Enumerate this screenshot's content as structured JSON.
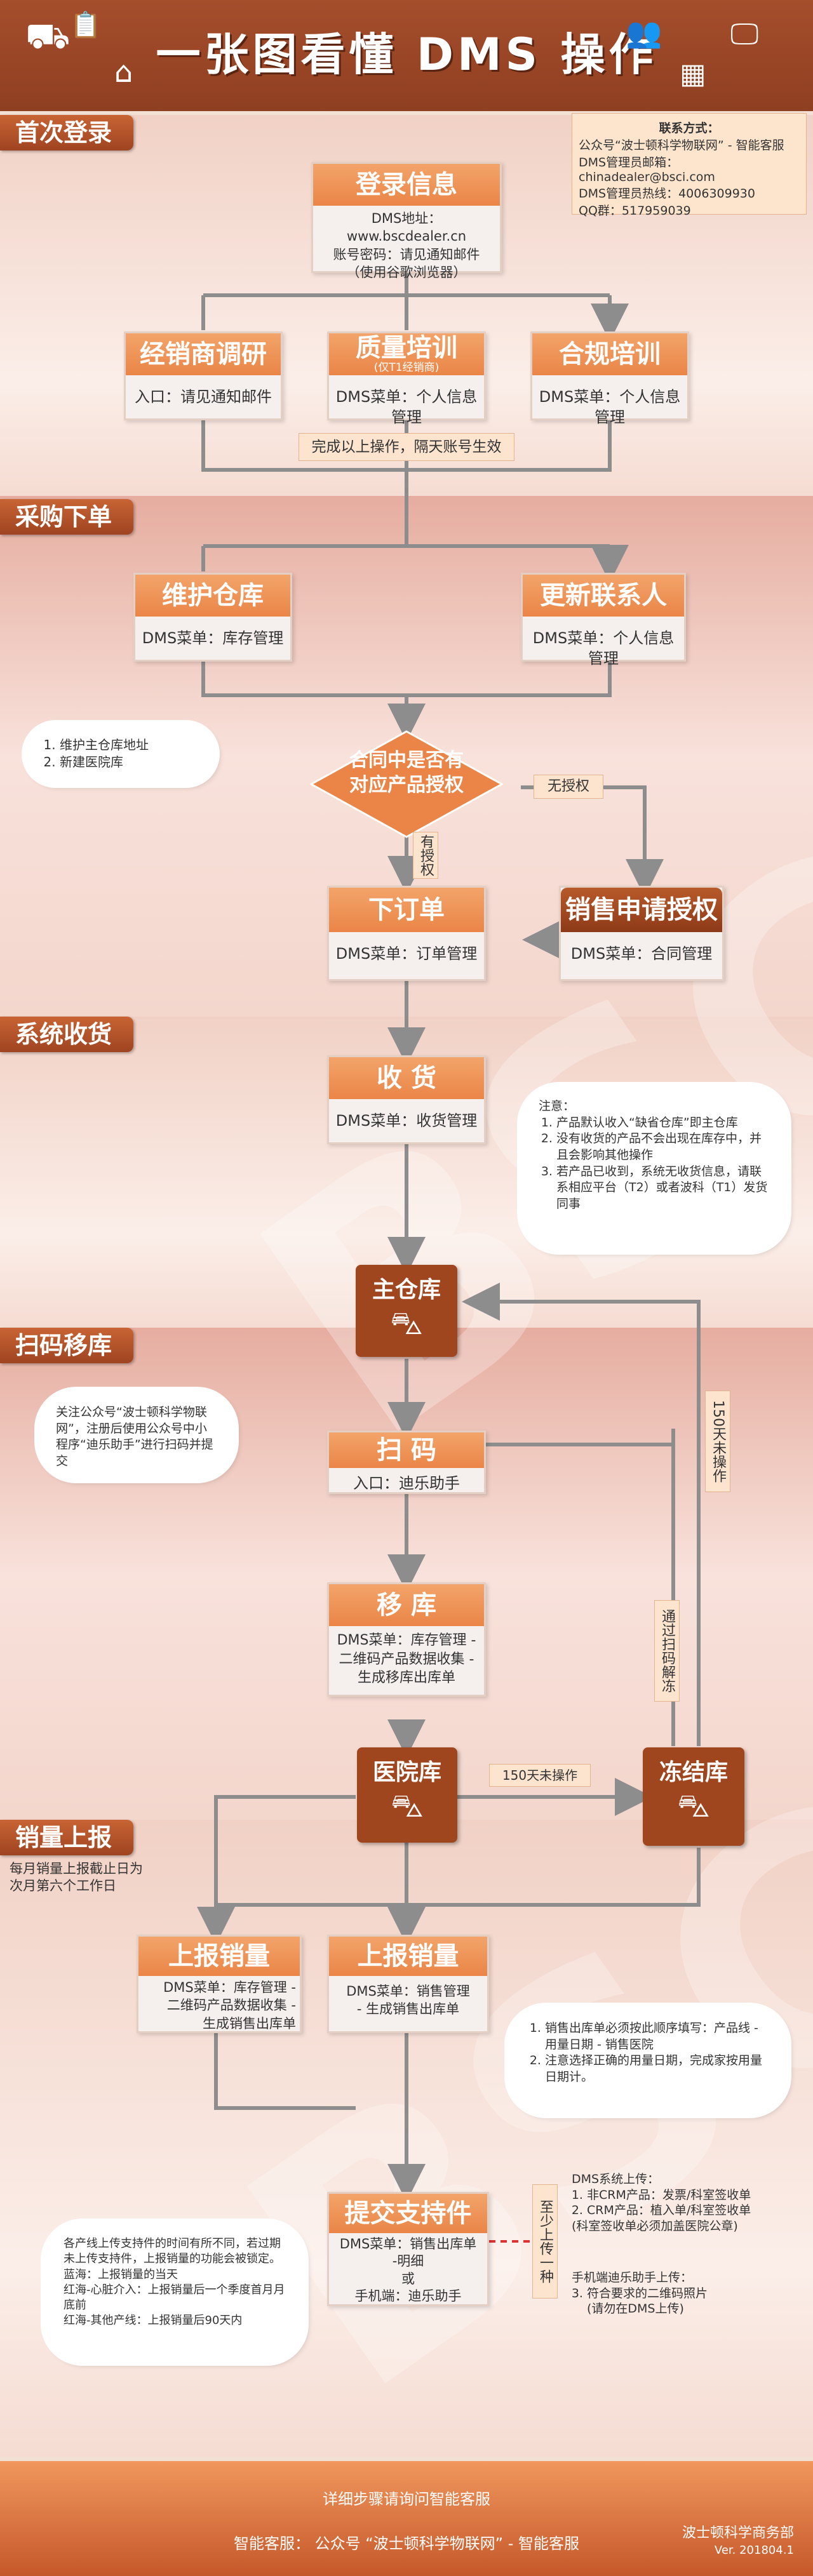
{
  "header": {
    "title": "一张图看懂 DMS 操作",
    "icons": [
      "truck-icon",
      "clipboard-icon",
      "home-icon",
      "user-group-icon",
      "qr-code-icon",
      "monitor-icon"
    ]
  },
  "contact": {
    "title": "联系方式：",
    "lines": [
      "公众号“波士顿科学物联网” - 智能客服",
      "DMS管理员邮箱：chinadealer@bsci.com",
      "DMS管理员热线：4006309930",
      "QQ群：517959039"
    ]
  },
  "sections": {
    "s1": "首次登录",
    "s2": "采购下单",
    "s3": "系统收货",
    "s4": "扫码移库",
    "s5": "销量上报"
  },
  "login": {
    "title": "登录信息",
    "lines": [
      "DMS地址：www.bscdealer.cn",
      "账号密码：请见通知邮件",
      "（使用谷歌浏览器）"
    ]
  },
  "dealer_survey": {
    "title": "经销商调研",
    "body": "入口：请见通知邮件"
  },
  "quality": {
    "title": "质量培训",
    "subtitle": "(仅T1经销商)",
    "body": "DMS菜单：个人信息管理"
  },
  "compliance": {
    "title": "合规培训",
    "body": "DMS菜单：个人信息管理"
  },
  "activate_note": "完成以上操作，隔天账号生效",
  "maintain_wh": {
    "title": "维护仓库",
    "body": "DMS菜单：库存管理"
  },
  "update_contact": {
    "title": "更新联系人",
    "body": "DMS菜单：个人信息管理"
  },
  "wh_note": [
    "维护主仓库地址",
    "新建医院库"
  ],
  "decision": {
    "line1": "合同中是否有",
    "line2": "对应产品授权"
  },
  "no_auth": "无授权",
  "has_auth": "有授权",
  "order": {
    "title": "下订单",
    "body": "DMS菜单：订单管理"
  },
  "apply_auth": {
    "title": "销售申请授权",
    "body": "DMS菜单：合同管理"
  },
  "receive": {
    "title": "收 货",
    "body": "DMS菜单：收货管理"
  },
  "receive_note": {
    "title": "注意：",
    "items": [
      "产品默认收入“缺省仓库”即主仓库",
      "没有收货的产品不会出现在库存中，并且会影响其他操作",
      "若产品已收到，系统无收货信息，请联系相应平台（T2）或者波科（T1）发货同事"
    ]
  },
  "main_wh": "主仓库",
  "scan_note": "关注公众号“波士顿科学物联网”，注册后使用公众号中小程序“迪乐助手”进行扫码并提交",
  "scan": {
    "title": "扫 码",
    "body": "入口：迪乐助手"
  },
  "move": {
    "title": "移 库",
    "lines": [
      "DMS菜单：库存管理 -",
      "二维码产品数据收集 -",
      "生成移库出库单"
    ]
  },
  "hospital_wh": "医院库",
  "frozen_wh": "冻结库",
  "label_150a": "150天未操作",
  "label_150b": "150天未操作",
  "label_scan_unfreeze": "通过扫码解冻",
  "sales_deadline": "每月销量上报截止日为次月第六个工作日",
  "report_left": {
    "title": "上报销量",
    "lines": [
      "DMS菜单：库存管理 -",
      "二维码产品数据收集 -",
      "生成销售出库单"
    ]
  },
  "report_right": {
    "title": "上报销量",
    "lines": [
      "DMS菜单：销售管理",
      "- 生成销售出库单"
    ]
  },
  "report_note": {
    "items": [
      "销售出库单必须按此顺序填写：产品线 - 用量日期 - 销售医院",
      "注意选择正确的用量日期，完成家按用量日期计。"
    ]
  },
  "support": {
    "title": "提交支持件",
    "lines": [
      "DMS菜单：销售出库单",
      "-明细",
      "或",
      "手机端：迪乐助手"
    ]
  },
  "support_note": {
    "lines": [
      "各产线上传支持件的时间有所不同，若过期未上传支持件，上报销量的功能会被锁定。",
      "蓝海：上报销量的当天",
      "红海-心脏介入：上报销量后一个季度首月月底前",
      "红海-其他产线：上报销量后90天内"
    ]
  },
  "at_least_one": "至少上传一种",
  "upload_dms": {
    "title": "DMS系统上传：",
    "items": [
      "非CRM产品：发票/科室签收单",
      "CRM产品：植入单/科室签收单",
      "(科室签收单必须加盖医院公章)"
    ]
  },
  "upload_mobile": {
    "title": "手机端迪乐助手上传：",
    "items": [
      "符合要求的二维码照片",
      "(请勿在DMS上传)"
    ]
  },
  "footer": {
    "line1": "详细步骤请询问智能客服",
    "line2": "智能客服：   公众号 “波士顿科学物联网” - 智能客服",
    "company": "波士顿科学商务部",
    "version": "Ver. 201804.1"
  }
}
